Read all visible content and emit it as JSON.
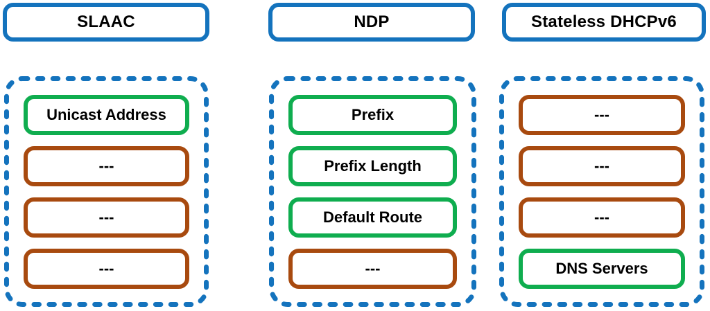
{
  "colors": {
    "header_border": "#1473BD",
    "container_dashed_border": "#1473BD",
    "assigned_item_border": "#0FAD4F",
    "empty_item_border": "#A84A0F",
    "text": "#000000",
    "background": "#FFFFFF"
  },
  "columns": [
    {
      "title": "SLAAC",
      "items": [
        {
          "label": "Unicast Address",
          "type": "assigned"
        },
        {
          "label": "---",
          "type": "empty"
        },
        {
          "label": "---",
          "type": "empty"
        },
        {
          "label": "---",
          "type": "empty"
        }
      ]
    },
    {
      "title": "NDP",
      "items": [
        {
          "label": "Prefix",
          "type": "assigned"
        },
        {
          "label": "Prefix Length",
          "type": "assigned"
        },
        {
          "label": "Default Route",
          "type": "assigned"
        },
        {
          "label": "---",
          "type": "empty"
        }
      ]
    },
    {
      "title": "Stateless DHCPv6",
      "items": [
        {
          "label": "---",
          "type": "empty"
        },
        {
          "label": "---",
          "type": "empty"
        },
        {
          "label": "---",
          "type": "empty"
        },
        {
          "label": "DNS Servers",
          "type": "assigned"
        }
      ]
    }
  ]
}
